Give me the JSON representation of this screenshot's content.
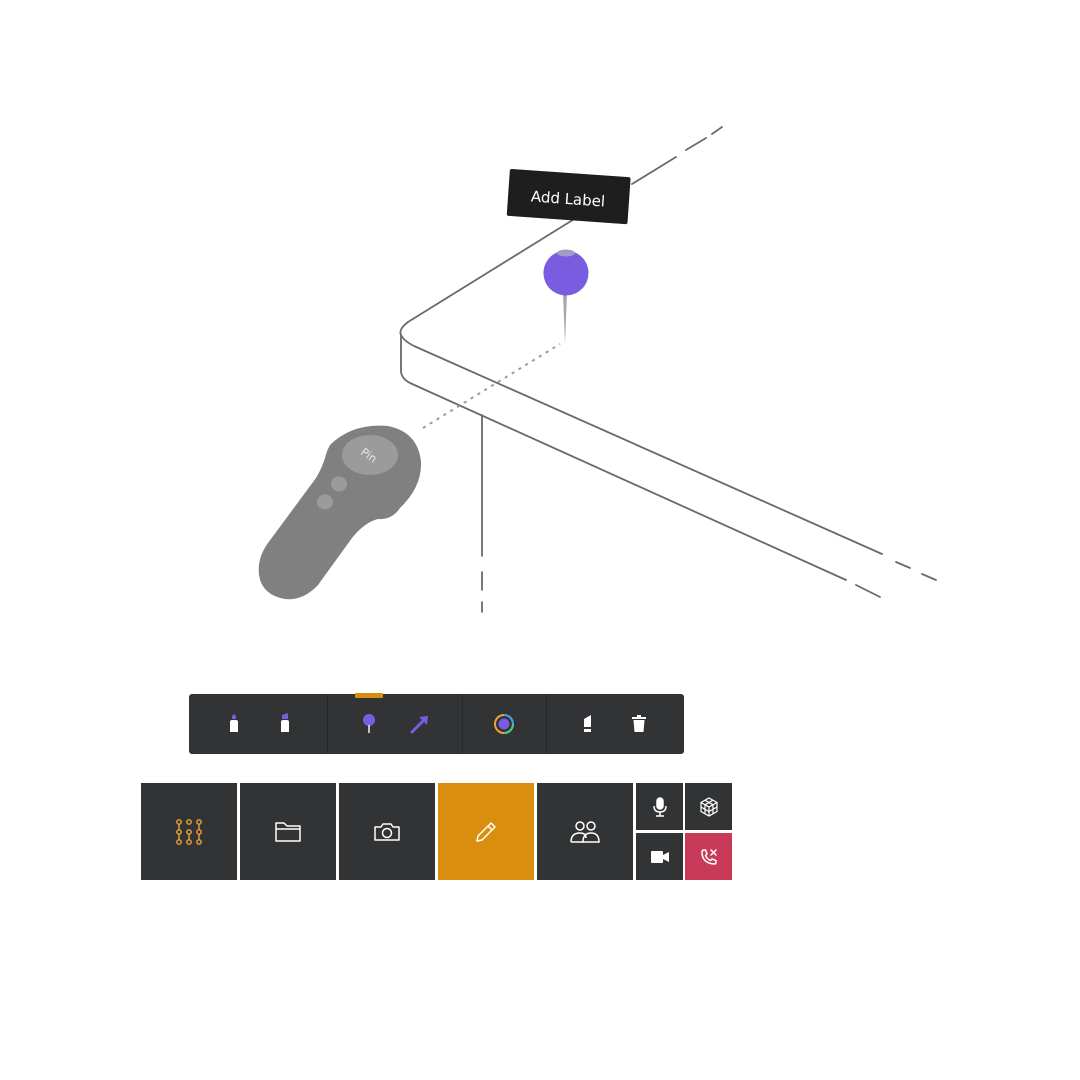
{
  "scene": {
    "label_text": "Add Label",
    "controller_button_text": "Pin",
    "pin_color": "#7a5ce0",
    "label_bg": "#1e1e1e",
    "controller_color": "#808080",
    "line_color": "#6a6a6a"
  },
  "toolbar": {
    "active_tool": "pin-tool",
    "accent": "#d98e0f",
    "icon_color": "#ffffff",
    "tool_purple": "#7a5ce0",
    "groups": [
      {
        "tools": [
          "marker-icon",
          "highlighter-icon"
        ]
      },
      {
        "tools": [
          "pin-icon",
          "arrow-icon"
        ]
      },
      {
        "tools": [
          "color-picker-icon"
        ]
      },
      {
        "tools": [
          "eraser-icon",
          "trash-icon"
        ]
      }
    ]
  },
  "main_menu": {
    "active_item": "pencil",
    "accent": "#d98e0f",
    "end_call_color": "#c83a58",
    "items": [
      "apps-icon",
      "folder-icon",
      "camera-icon",
      "pencil-icon",
      "people-icon"
    ],
    "small_items": [
      "microphone-icon",
      "cube-mesh-icon",
      "video-camera-icon",
      "end-call-icon"
    ]
  }
}
